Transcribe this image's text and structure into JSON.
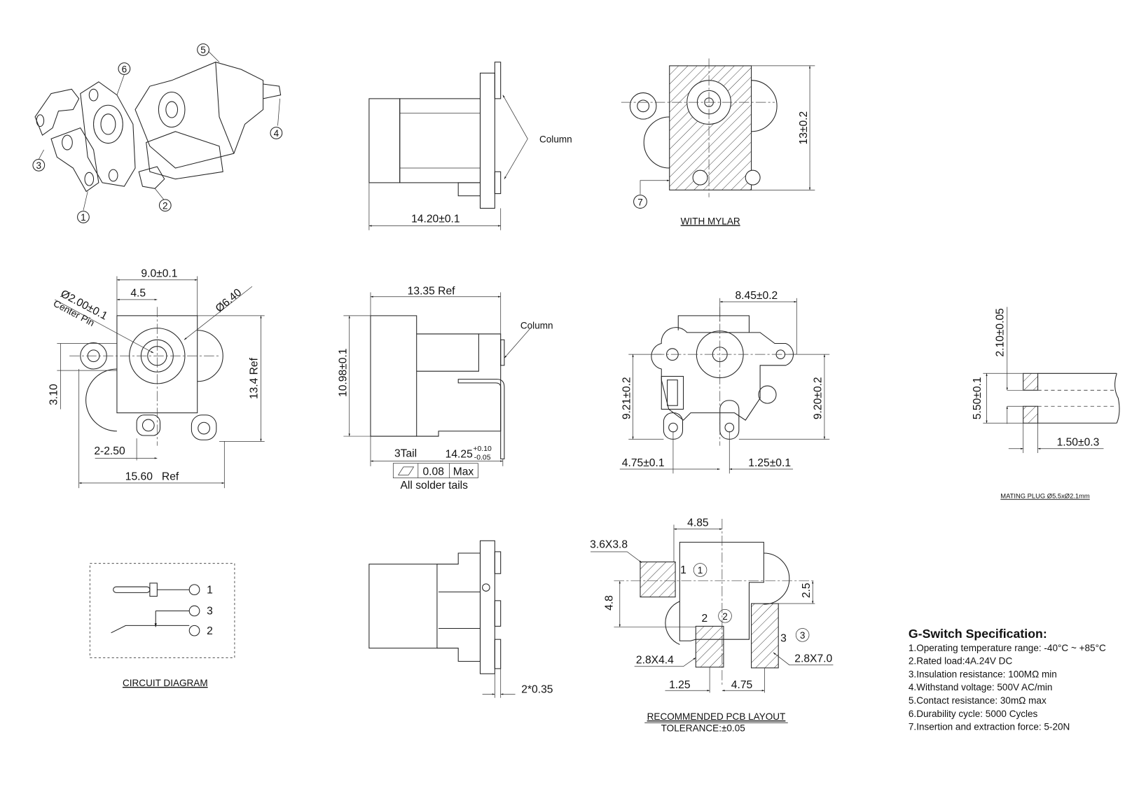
{
  "exploded_view": {
    "callouts": [
      "1",
      "2",
      "3",
      "4",
      "5",
      "6"
    ]
  },
  "side_view_top": {
    "column_label": "Column",
    "length_dim": "14.20±0.1"
  },
  "mylar_view": {
    "height_dim": "13±0.2",
    "callout": "7",
    "caption": "WITH MYLAR"
  },
  "front_view": {
    "width_dim": "9.0±0.1",
    "half_width_dim": "4.5",
    "center_pin_dim": "Ø2.00±0.1",
    "center_pin_label": "Center Pin",
    "bore_dim": "Ø6.40",
    "height_dim": "13.4 Ref",
    "offset_dim": "3.10",
    "tail_dim": "2-2.50",
    "overall_width_dim": "15.60   Ref"
  },
  "side_view": {
    "length_dim": "13.35 Ref",
    "height_dim": "10.98±0.1",
    "column_label": "Column",
    "tail_label": "3Tail",
    "tail_length": "14.25",
    "tail_tol_plus": "+0.10",
    "tail_tol_minus": "-0.05",
    "flatness_value": "0.08",
    "flatness_max": "Max",
    "flatness_note": "All solder tails"
  },
  "bottom_view": {
    "offset_dim": "8.45±0.2",
    "left_height_dim": "9.21±0.2",
    "right_height_dim": "9.20±0.2",
    "left_pitch_dim": "4.75±0.1",
    "right_pitch_dim": "1.25±0.1"
  },
  "mating_plug": {
    "inner_dim": "2.10±0.05",
    "outer_dim": "5.50±0.1",
    "length_dim": "1.50±0.3",
    "caption": "MATING PLUG Ø5.5xØ2.1mm"
  },
  "circuit_diagram": {
    "pins": [
      "1",
      "3",
      "2"
    ],
    "caption": "CIRCUIT DIAGRAM"
  },
  "side_view_bottom": {
    "tail_dim": "2*0.35"
  },
  "pcb_layout": {
    "pitch_top": "4.85",
    "pad1_size": "3.6X3.8",
    "pad_vert_dim": "4.8",
    "right_vert_dim": "2.5",
    "pad2_size": "2.8X4.4",
    "pad3_size": "2.8X7.0",
    "bottom_left_dim": "1.25",
    "bottom_right_dim": "4.75",
    "pad_labels": [
      "1",
      "2",
      "3"
    ],
    "pad_callouts": [
      "1",
      "2",
      "3"
    ],
    "caption": "RECOMMENDED PCB LAYOUT",
    "tolerance": "TOLERANCE:±0.05"
  },
  "specification": {
    "title": "G-Switch Specification:",
    "items": [
      "1.Operating temperature range: -40°C ~ +85°C",
      "2.Rated load:4A.24V DC",
      "3.Insulation resistance: 100MΩ min",
      "4.Withstand voltage: 500V AC/min",
      "5.Contact resistance: 30mΩ max",
      "6.Durability cycle: 5000 Cycles",
      "7.Insertion and extraction force: 5-20N"
    ]
  }
}
